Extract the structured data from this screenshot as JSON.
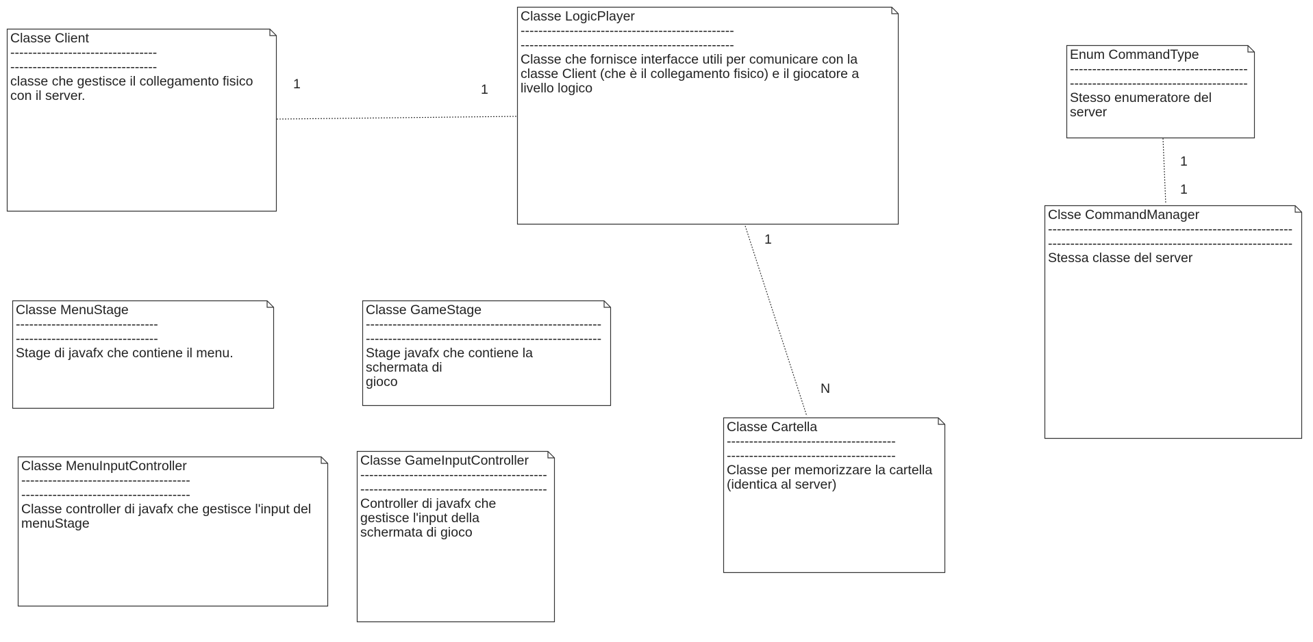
{
  "separator": "----------------------------------------------------------------------",
  "notes": {
    "client": {
      "title": "Classe Client",
      "sep_count": 33,
      "desc": [
        "classe che gestisce il collegamento fisico",
        "con il server."
      ]
    },
    "logicplayer": {
      "title": "Classe LogicPlayer",
      "sep_count": 48,
      "desc": [
        "Classe che fornisce interfacce utili per comunicare con la",
        "classe Client (che è il collegamento fisico) e il giocatore a",
        "livello logico"
      ]
    },
    "commandtype": {
      "title": "Enum CommandType",
      "sep_count": 40,
      "desc": [
        "Stesso enumeratore del",
        "server"
      ]
    },
    "commandmanager": {
      "title": "Clsse CommandManager",
      "sep_count": 55,
      "desc": [
        "Stessa classe del server"
      ]
    },
    "menustage": {
      "title": "Classe MenuStage",
      "sep_count": 32,
      "desc": [
        "Stage di javafx che contiene il menu."
      ]
    },
    "gamestage": {
      "title": "Classe GameStage",
      "sep_count": 53,
      "desc": [
        "Stage javafx che contiene la",
        "schermata di",
        "gioco"
      ]
    },
    "cartella": {
      "title": "Classe Cartella",
      "sep_count": 38,
      "desc": [
        "Classe per memorizzare la cartella",
        "(identica al server)"
      ]
    },
    "menuinput": {
      "title": "Classe MenuInputController",
      "sep_count": 38,
      "desc": [
        "Classe controller di javafx che gestisce l'input del",
        "menuStage"
      ]
    },
    "gameinput": {
      "title": "Classe GameInputController",
      "sep_count": 42,
      "desc": [
        "Controller di javafx che",
        "gestisce l'input della",
        "schermata di gioco"
      ]
    }
  },
  "multiplicities": {
    "client_side": "1",
    "logicplayer_client_side": "1",
    "logicplayer_cartella_side": "1",
    "cartella_side": "N",
    "commandtype_side": "1",
    "commandmanager_side": "1"
  }
}
